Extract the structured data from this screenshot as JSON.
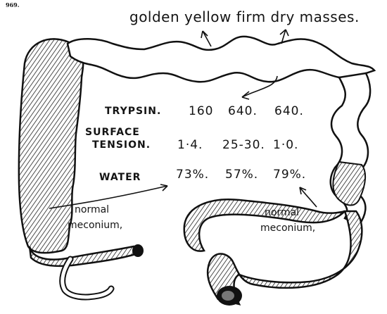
{
  "figure_ref": "969.",
  "title": "golden yellow firm dry masses.",
  "rows": [
    {
      "label": "TRYPSIN.",
      "values": [
        "160",
        "640.",
        "640."
      ]
    },
    {
      "label_line1": "SURFACE",
      "label_line2": "TENSION.",
      "values": [
        "1·4.",
        "25-30.",
        "1·0."
      ]
    },
    {
      "label": "WATER",
      "values": [
        "73%.",
        "57%.",
        "79%."
      ]
    }
  ],
  "annotations": [
    {
      "line1": "normal",
      "line2": "meconium,"
    },
    {
      "line1": "normal",
      "line2": "meconium,"
    }
  ]
}
